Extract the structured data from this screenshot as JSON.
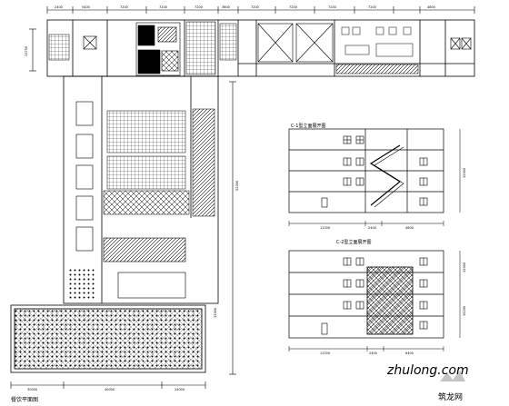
{
  "drawing": {
    "top_dimensions": [
      "2400",
      "5400",
      "7200",
      "7200",
      "7200",
      "3600",
      "7200",
      "7200",
      "7200",
      "7200",
      "4800"
    ],
    "left_dimension": "13700",
    "floor_plan_right_dimension": "52000",
    "lower_dimension": "12000",
    "bottom_dimensions": [
      "30000",
      "40000",
      "24000"
    ],
    "bottom_left_label": "餐饮平面图"
  },
  "elevation_top": {
    "title": "C-1型立面展开图",
    "right_dimension": "12000",
    "bottom_dimensions": [
      "11200",
      "2400",
      "4800"
    ]
  },
  "elevation_bottom": {
    "title": "C-2型立面展开图",
    "right_dimensions": [
      "12000",
      "15200"
    ],
    "bottom_dimensions": [
      "11200",
      "2400",
      "6400"
    ]
  },
  "watermark": {
    "text": "zhulong.com",
    "logo_text": "筑龙网"
  },
  "colors": {
    "line": "#000000",
    "paper": "#ffffff",
    "watermark": "#c4c4c4"
  }
}
